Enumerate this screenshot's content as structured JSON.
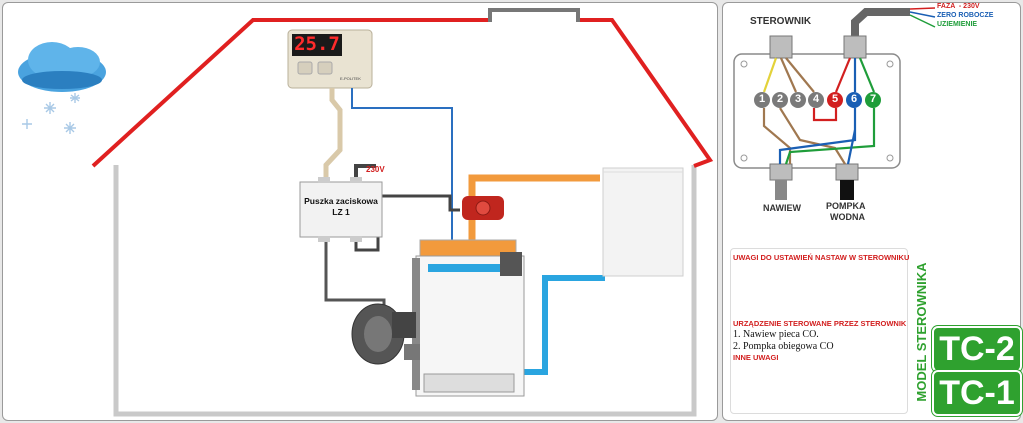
{
  "thermostat": {
    "display": "25.7",
    "brand": "E-POLITEK"
  },
  "junction_box": {
    "title": "Puszka zaciskowa",
    "subtitle": "LZ 1",
    "power": "230V"
  },
  "controller_diagram": {
    "sterownik_label": "STEROWNIK",
    "wires": [
      {
        "text": "FAZA  - 230V",
        "color": "#d21f1f"
      },
      {
        "text": "ZERO ROBOCZE",
        "color": "#1a5fb4"
      },
      {
        "text": "UZIEMIENIE",
        "color": "#1f9d3a"
      }
    ],
    "terminals": [
      {
        "n": "1",
        "color": "#7a7a7a"
      },
      {
        "n": "2",
        "color": "#7a7a7a"
      },
      {
        "n": "3",
        "color": "#7a7a7a"
      },
      {
        "n": "4",
        "color": "#7a7a7a"
      },
      {
        "n": "5",
        "color": "#d21f1f"
      },
      {
        "n": "6",
        "color": "#1a5fb4"
      },
      {
        "n": "7",
        "color": "#1f9d3a"
      }
    ],
    "nawiew_label": "NAWIEW",
    "pompka_label_1": "POMPKA",
    "pompka_label_2": "WODNA"
  },
  "notes": {
    "heading": "UWAGI DO  USTAWIEŃ NASTAW W  STEROWNIKU",
    "devices_heading": "URZĄDZENIE STEROWANE PRZEZ STEROWNIK",
    "devices": [
      "1. Nawiew pieca CO.",
      "2. Pompka obiegowa CO"
    ],
    "other_heading": "INNE UWAGI"
  },
  "model": {
    "vertical_label": "MODEL STEROWNIKA",
    "badges": [
      "TC-2",
      "TC-1"
    ],
    "color": "#2fa12f"
  },
  "colors": {
    "roof": "#e02020",
    "hot_pipe": "#f29a3c",
    "cold_pipe": "#2aa5e0",
    "signal_wire": "#2a6fc0",
    "cable": "#555555"
  }
}
